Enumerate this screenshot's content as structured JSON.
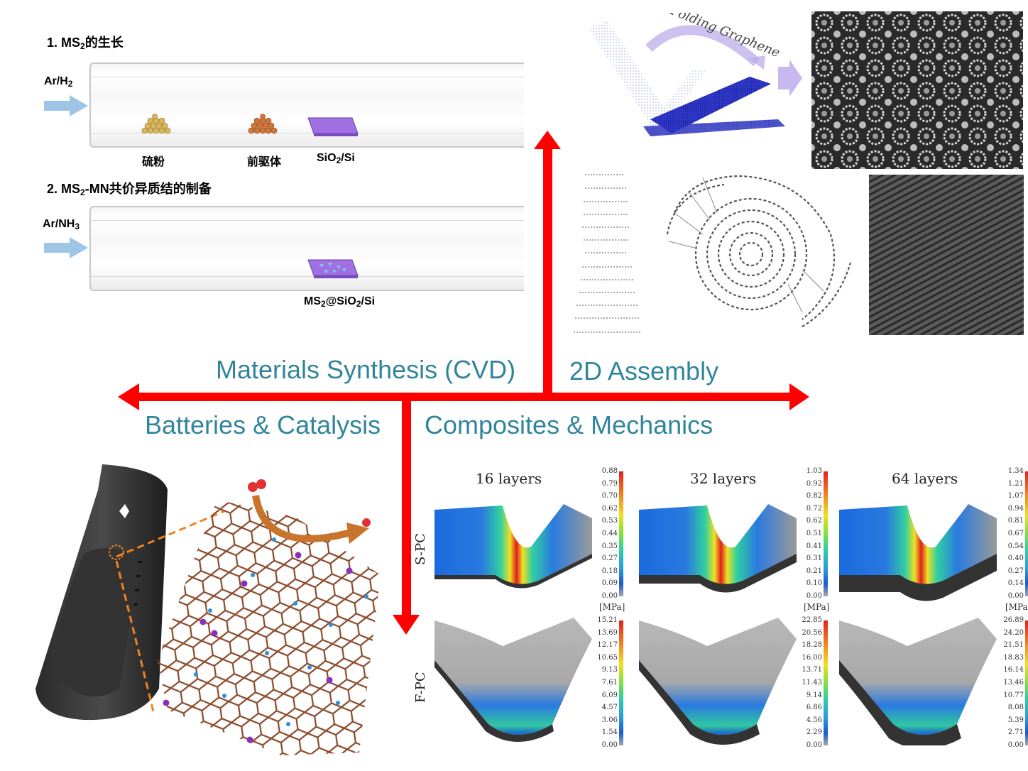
{
  "synthesis": {
    "step1_prefix": "1. MS",
    "step1_sub": "2",
    "step1_suffix": "的生长",
    "gas1_prefix": "Ar/H",
    "gas1_sub": "2",
    "label_sulfur": "硫粉",
    "label_precursor": "前驱体",
    "label_substrate_prefix": "SiO",
    "label_substrate_sub": "2",
    "label_substrate_suffix": "/Si",
    "step2_prefix": "2. MS",
    "step2_sub": "2",
    "step2_suffix": "-MN共价异质结的制备",
    "gas2_prefix": "Ar/NH",
    "gas2_sub": "3",
    "label_product_a": "MS",
    "label_product_a_sub": "2",
    "label_product_b": "@SiO",
    "label_product_b_sub": "2",
    "label_product_c": "/Si"
  },
  "quadrants": {
    "materials_synthesis": "Materials Synthesis (CVD)",
    "assembly_2d": "2D Assembly",
    "batteries_catalysis": "Batteries & Catalysis",
    "composites_mechanics": "Composites & Mechanics"
  },
  "folding": {
    "title": "Folding Graphene"
  },
  "mechanics": {
    "columns": [
      "16 layers",
      "32 layers",
      "64 layers"
    ],
    "rows": [
      "S-PC",
      "F-PC"
    ],
    "unit": "[MPa]",
    "top_scales": [
      [
        "0.88",
        "0.79",
        "0.70",
        "0.62",
        "0.53",
        "0.44",
        "0.35",
        "0.27",
        "0.18",
        "0.09",
        "0.00"
      ],
      [
        "1.03",
        "0.92",
        "0.82",
        "0.72",
        "0.62",
        "0.51",
        "0.41",
        "0.31",
        "0.21",
        "0.10",
        "0.00"
      ],
      [
        "1.34",
        "1.21",
        "1.07",
        "0.94",
        "0.81",
        "0.67",
        "0.54",
        "0.40",
        "0.27",
        "0.14",
        "0.00"
      ]
    ],
    "bottom_scales": [
      [
        "15.21",
        "13.69",
        "12.17",
        "10.65",
        "9.13",
        "7.61",
        "6.09",
        "4.57",
        "3.06",
        "1.54",
        "0.00"
      ],
      [
        "22.85",
        "20.56",
        "18.28",
        "16.00",
        "13.71",
        "11.43",
        "9.14",
        "6.86",
        "4.56",
        "2.29",
        "0.00"
      ],
      [
        "26.89",
        "24.20",
        "21.51",
        "18.83",
        "16.14",
        "13.46",
        "10.77",
        "8.08",
        "5.39",
        "2.71",
        "0.00"
      ]
    ]
  },
  "colors": {
    "arrow_red": "#ff0000",
    "teal_text": "#31859b",
    "gas_arrow": "#9ec4e6",
    "substrate": "#9966dd",
    "carbon": "#8b4a2b",
    "nitrogen": "#2f8fd8",
    "dopant": "#8a30b8",
    "orange_dash": "#f0821e"
  }
}
